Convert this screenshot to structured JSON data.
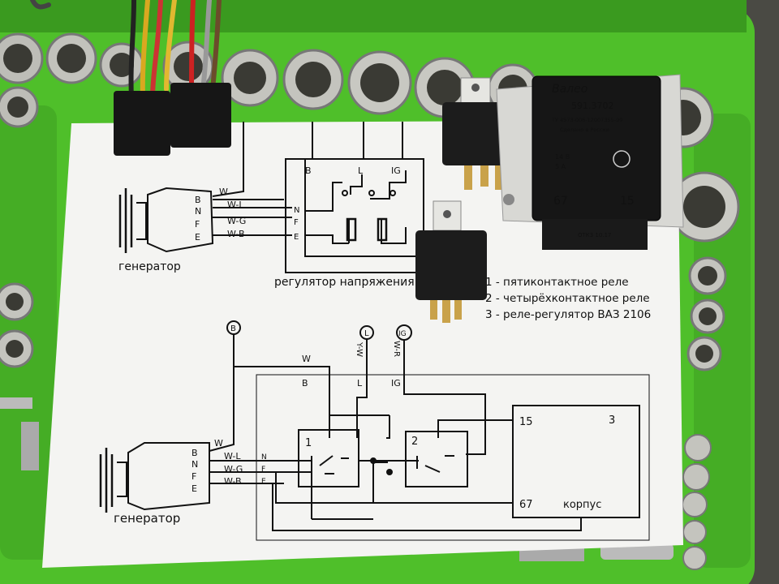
{
  "upper_diagram": {
    "generator_terminals": [
      "B",
      "N",
      "F",
      "E"
    ],
    "wires": [
      "W",
      "W-L",
      "W-G",
      "W-B"
    ],
    "regulator_terminals": [
      "B",
      "L",
      "IG",
      "N",
      "F",
      "E"
    ],
    "generator_label": "генератор",
    "regulator_label": "регулятор напряжения"
  },
  "legend": [
    "1 - пятиконтактное реле",
    "2 - четырёхконтактное реле",
    "3 - реле-регулятор ВАЗ 2106"
  ],
  "lower_diagram": {
    "top_terminals": [
      "B",
      "L",
      "IG"
    ],
    "top_wires": [
      "W",
      "Y-W",
      "W-R"
    ],
    "bus_labels": [
      "B",
      "L",
      "IG"
    ],
    "generator_terminals": [
      "B",
      "N",
      "F",
      "E"
    ],
    "wires": [
      "W",
      "W-L",
      "W-G",
      "W-B"
    ],
    "side_terminals": [
      "N",
      "F",
      "E"
    ],
    "relay1": "1",
    "relay2": "2",
    "regulator_pin_15": "15",
    "regulator_pin_3": "3",
    "regulator_pin_67": "67",
    "regulator_case": "корпус",
    "generator_label": "генератор"
  },
  "regulator_device": {
    "brand": "Валео",
    "model": "591.3702",
    "spec": "ТУ 4573-006-12007355-99",
    "origin": "Сделано в России",
    "voltage": "14 В",
    "current": "5 А",
    "pin_left": "67",
    "pin_right": "15",
    "stamp": "ОТК3 10.17"
  },
  "colors": {
    "toolbox_green": "#4fbf2a",
    "toolbox_dark_green": "#2f8a1a",
    "paper": "#f4f4f2",
    "ink": "#111111",
    "relay_black": "#1a1a1a"
  }
}
